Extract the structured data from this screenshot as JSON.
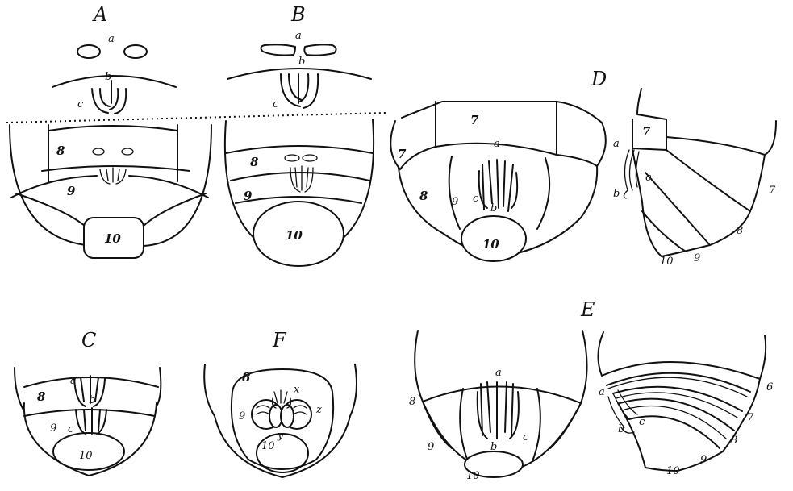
{
  "figures": {
    "A": {
      "title": "A",
      "labels": {
        "a": "a",
        "b": "b",
        "c": "c",
        "s8": "8",
        "s9": "9",
        "s10": "10"
      }
    },
    "B": {
      "title": "B",
      "labels": {
        "a": "a",
        "b": "b",
        "c": "c",
        "s8": "8",
        "s9": "9",
        "s10": "10"
      }
    },
    "D": {
      "title": "D",
      "front_labels": {
        "s7_top": "7",
        "s7_side": "7",
        "a": "a",
        "s8": "8",
        "s9": "9",
        "c": "c",
        "b": "b",
        "s10": "10"
      },
      "side_labels": {
        "s7_box": "7",
        "a": "a",
        "c": "c",
        "b": "b",
        "s7": "7",
        "s8": "8",
        "s9": "9",
        "s10": "10"
      }
    },
    "C": {
      "title": "C",
      "labels": {
        "a": "a",
        "b": "b",
        "c": "c",
        "s8": "8",
        "s9": "9",
        "s10": "10"
      }
    },
    "F": {
      "title": "F",
      "labels": {
        "s8": "8",
        "x": "x",
        "z": "z",
        "y": "y",
        "s9": "9",
        "s10": "10"
      }
    },
    "E": {
      "title": "E",
      "front_labels": {
        "a": "a",
        "s8": "8",
        "s9": "9",
        "b": "b",
        "c": "c",
        "s10": "10"
      },
      "side_labels": {
        "s6": "6",
        "a": "a",
        "b": "b",
        "c": "c",
        "s7": "7",
        "s8": "8",
        "s9": "9",
        "s10": "10"
      }
    }
  }
}
